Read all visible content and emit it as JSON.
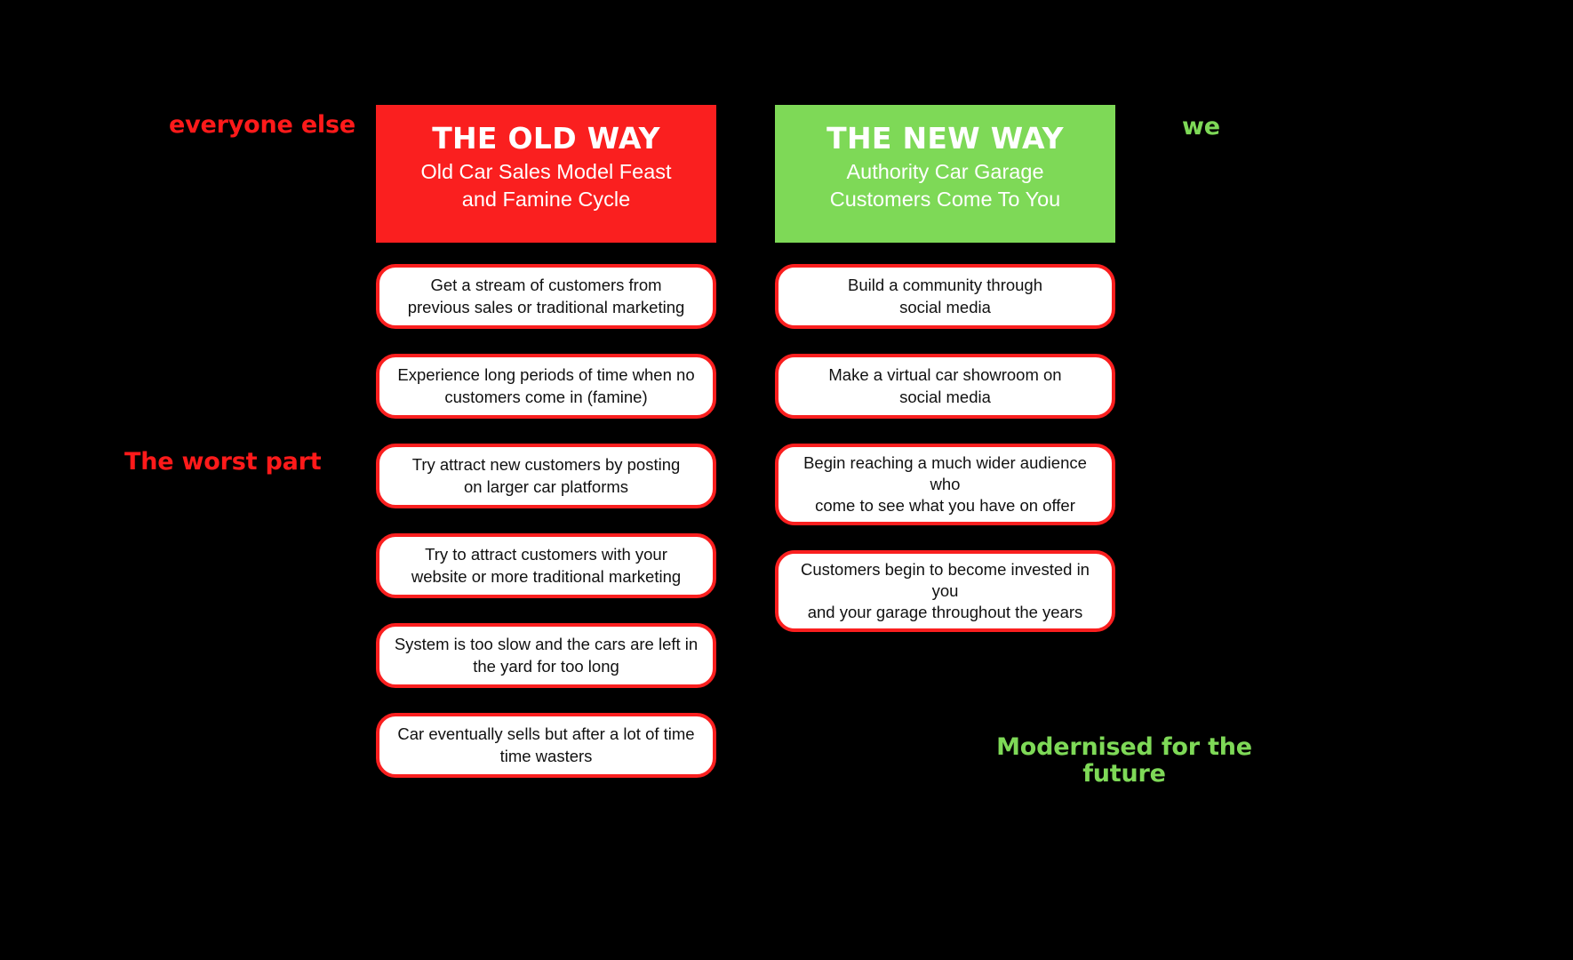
{
  "page": {
    "background_color": "#000000",
    "accent_red": "#fa1f1f",
    "accent_green": "#7ed957"
  },
  "annotations": {
    "left_top": "everyone else",
    "left_middle": "The worst part",
    "right_top": "we",
    "right_bottom": "Modernised for the\nfuture"
  },
  "columns": {
    "old": {
      "banner": {
        "title": "THE OLD WAY",
        "subtitle": "Old Car Sales Model Feast\nand Famine Cycle",
        "background_color": "#fa1f1f",
        "text_color": "#ffffff"
      },
      "items": [
        "Get a stream of customers from\nprevious sales or traditional marketing",
        "Experience long periods of time when no\ncustomers come in (famine)",
        "Try attract new customers by posting\non larger car platforms",
        "Try to attract customers with your\nwebsite or more traditional marketing",
        "System is too slow and the cars are left in\nthe yard for too long",
        "Car eventually sells but after a lot of time\ntime wasters"
      ]
    },
    "new": {
      "banner": {
        "title": "THE NEW WAY",
        "subtitle": "Authority Car Garage\nCustomers Come To You",
        "background_color": "#7ed957",
        "text_color": "#ffffff"
      },
      "items": [
        "Build a community through\nsocial media",
        "Make a virtual car showroom on\nsocial media",
        "Begin reaching a much wider audience who\ncome to see what you have on offer",
        "Customers begin to become invested in you\nand your garage throughout the years"
      ]
    }
  }
}
